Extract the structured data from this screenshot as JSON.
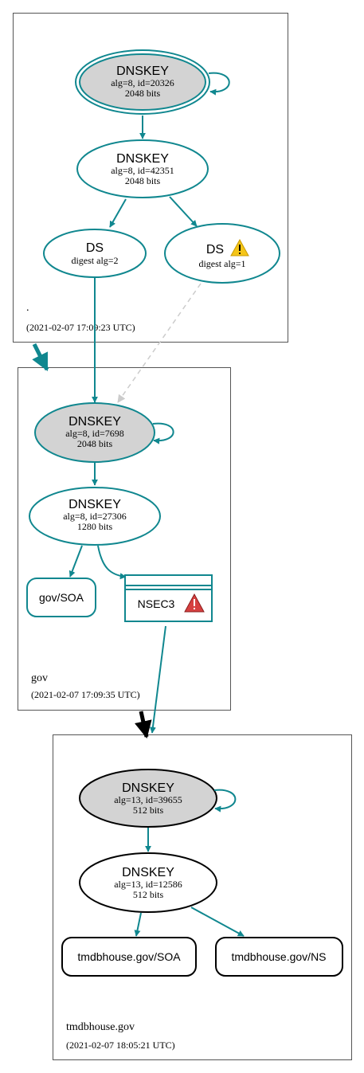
{
  "colors": {
    "edge": "#10878f",
    "ksk_fill": "#d3d3d3",
    "zone_border": "#555555",
    "dashed_edge": "#cccccc",
    "delegation_ok": "#10878f",
    "delegation_insecure": "#000000",
    "warning_yellow": "#f5c518",
    "error_red": "#d64040"
  },
  "zones": {
    "root": {
      "name": ".",
      "timestamp": "(2021-02-07 17:09:23 UTC)",
      "ksk": {
        "title": "DNSKEY",
        "detail": "alg=8, id=20326",
        "bits": "2048 bits"
      },
      "zsk": {
        "title": "DNSKEY",
        "detail": "alg=8, id=42351",
        "bits": "2048 bits"
      },
      "ds1": {
        "title": "DS",
        "detail": "digest alg=2"
      },
      "ds2": {
        "title": "DS",
        "detail": "digest alg=1",
        "icon": "warning-icon"
      }
    },
    "gov": {
      "name": "gov",
      "timestamp": "(2021-02-07 17:09:35 UTC)",
      "ksk": {
        "title": "DNSKEY",
        "detail": "alg=8, id=7698",
        "bits": "2048 bits"
      },
      "zsk": {
        "title": "DNSKEY",
        "detail": "alg=8, id=27306",
        "bits": "1280 bits"
      },
      "soa": "gov/SOA",
      "nsec3": {
        "title": "NSEC3",
        "icon": "error-icon"
      }
    },
    "tmdb": {
      "name": "tmdbhouse.gov",
      "timestamp": "(2021-02-07 18:05:21 UTC)",
      "ksk": {
        "title": "DNSKEY",
        "detail": "alg=13, id=39655",
        "bits": "512 bits"
      },
      "zsk": {
        "title": "DNSKEY",
        "detail": "alg=13, id=12586",
        "bits": "512 bits"
      },
      "soa": "tmdbhouse.gov/SOA",
      "ns": "tmdbhouse.gov/NS"
    }
  }
}
